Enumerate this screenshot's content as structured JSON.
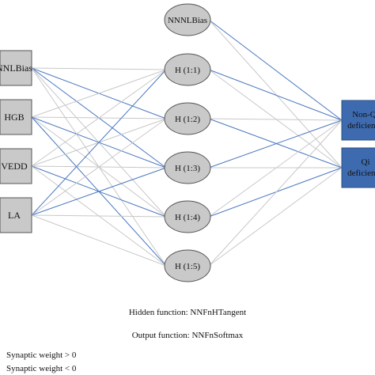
{
  "network": {
    "input_nodes": [
      "NNLBias",
      "HGB",
      "VEDD",
      "LA"
    ],
    "hidden_bias": "NNNLBias",
    "hidden_nodes": [
      "H (1:1)",
      "H (1:2)",
      "H (1:3)",
      "H (1:4)",
      "H (1:5)"
    ],
    "output_nodes": [
      [
        "Non-Qi",
        "deficiency"
      ],
      [
        "Qi",
        "deficiency"
      ]
    ],
    "colors": {
      "positive_weight": "#c8c8c8",
      "negative_weight": "#4a78c0",
      "input_fill": "#c9c9c9",
      "hidden_fill": "#c9c9c9",
      "output_fill": "#3e6bb0"
    }
  },
  "captions": {
    "hidden_function": "Hidden function: NNFnHTangent",
    "output_function": "Output function: NNFnSoftmax"
  },
  "legend": {
    "positive": "Synaptic weight > 0",
    "negative": "Synaptic weight < 0"
  }
}
